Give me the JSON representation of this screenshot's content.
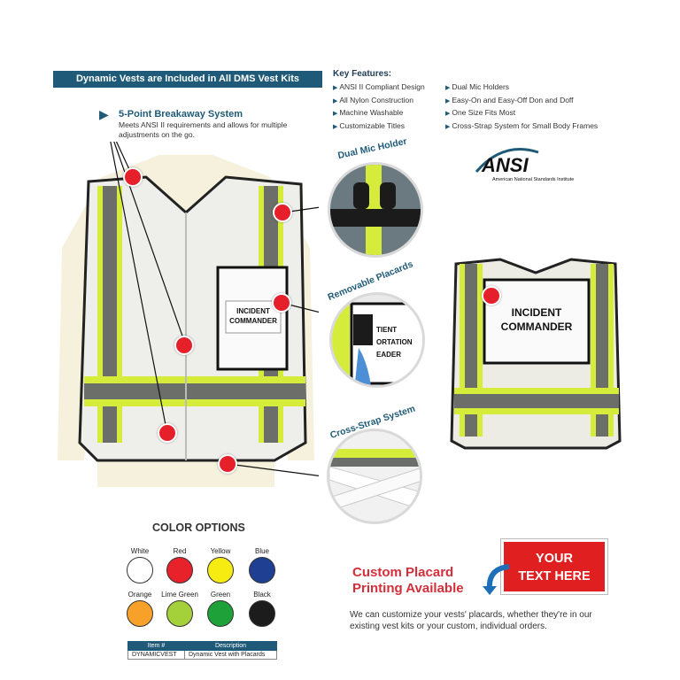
{
  "banner": "Dynamic Vests are Included in All DMS Vest Kits",
  "key_features": {
    "title": "Key Features:",
    "col1": [
      "ANSI II Compliant Design",
      "All Nylon Construction",
      "Machine Washable",
      "Customizable Titles"
    ],
    "col2": [
      "Dual Mic Holders",
      "Easy-On and Easy-Off Don and Doff",
      "One Size Fits Most",
      "Cross-Strap System for Small Body Frames"
    ]
  },
  "breakaway": {
    "title": "5-Point Breakaway System",
    "description": "Meets ANSI II requirements and allows for multiple adjustments on the go."
  },
  "callouts": {
    "dual_mic": "Dual Mic Holder",
    "placards": "Removable Placards",
    "cross_strap": "Cross-Strap System"
  },
  "ansi_logo": {
    "text": "ANSI",
    "subtitle": "American National Standards Institute"
  },
  "front_vest_placard": [
    "INCIDENT",
    "COMMANDER"
  ],
  "back_vest_placard": [
    "INCIDENT",
    "COMMANDER"
  ],
  "placard_insert_text": [
    "TIENT",
    "ORTATION",
    "EADER"
  ],
  "color_options": {
    "title": "COLOR OPTIONS",
    "colors": [
      {
        "name": "White",
        "hex": "#ffffff"
      },
      {
        "name": "Red",
        "hex": "#e8222a"
      },
      {
        "name": "Yellow",
        "hex": "#f6ec12"
      },
      {
        "name": "Blue",
        "hex": "#1f3f93"
      },
      {
        "name": "Orange",
        "hex": "#f7a12b"
      },
      {
        "name": "Lime Green",
        "hex": "#a4d13a"
      },
      {
        "name": "Green",
        "hex": "#1fa13a"
      },
      {
        "name": "Black",
        "hex": "#1c1c1c"
      }
    ]
  },
  "item_table": {
    "headers": [
      "Item #",
      "Description"
    ],
    "row": [
      "DYNAMICVEST",
      "Dynamic Vest with Placards"
    ]
  },
  "custom_placard": {
    "title_line1": "Custom Placard",
    "title_line2": "Printing Available",
    "sign_line1": "YOUR",
    "sign_line2": "TEXT HERE",
    "description": "We can customize your vests' placards, whether they're in our existing vest kits or your custom, individual orders."
  }
}
